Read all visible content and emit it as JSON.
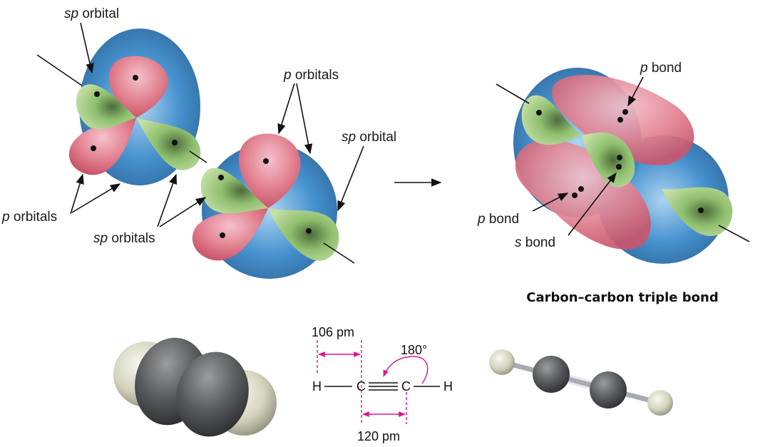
{
  "labels": {
    "sp_orbital_top": {
      "italic": "sp",
      "rest": " orbital"
    },
    "p_orbitals_top": {
      "italic": "p",
      "rest": " orbitals"
    },
    "sp_orbital_right": {
      "italic": "sp",
      "rest": " orbital"
    },
    "p_orbitals_left": {
      "italic": "p",
      "rest": " orbitals"
    },
    "sp_orbitals_mid": {
      "italic": "sp",
      "rest": " orbitals"
    },
    "p_bond_top": {
      "italic": "p",
      "rest": " bond"
    },
    "p_bond_left": {
      "italic": "p",
      "rest": " bond"
    },
    "s_bond": {
      "italic": "s",
      "rest": " bond"
    }
  },
  "title": "Carbon–carbon triple bond",
  "structure": {
    "atoms": [
      "H",
      "C",
      "C",
      "H"
    ],
    "bond_length_ch": "106 pm",
    "bond_length_cc": "120 pm",
    "angle": "180°"
  },
  "colors": {
    "p_lobe": "#e07a8e",
    "sp_lobe": "#8fbf6e",
    "sp_core": "#2f7bbf",
    "carbon": "#5a5c60",
    "hydrogen": "#d8d8c2",
    "dimension": "#e0148c"
  }
}
